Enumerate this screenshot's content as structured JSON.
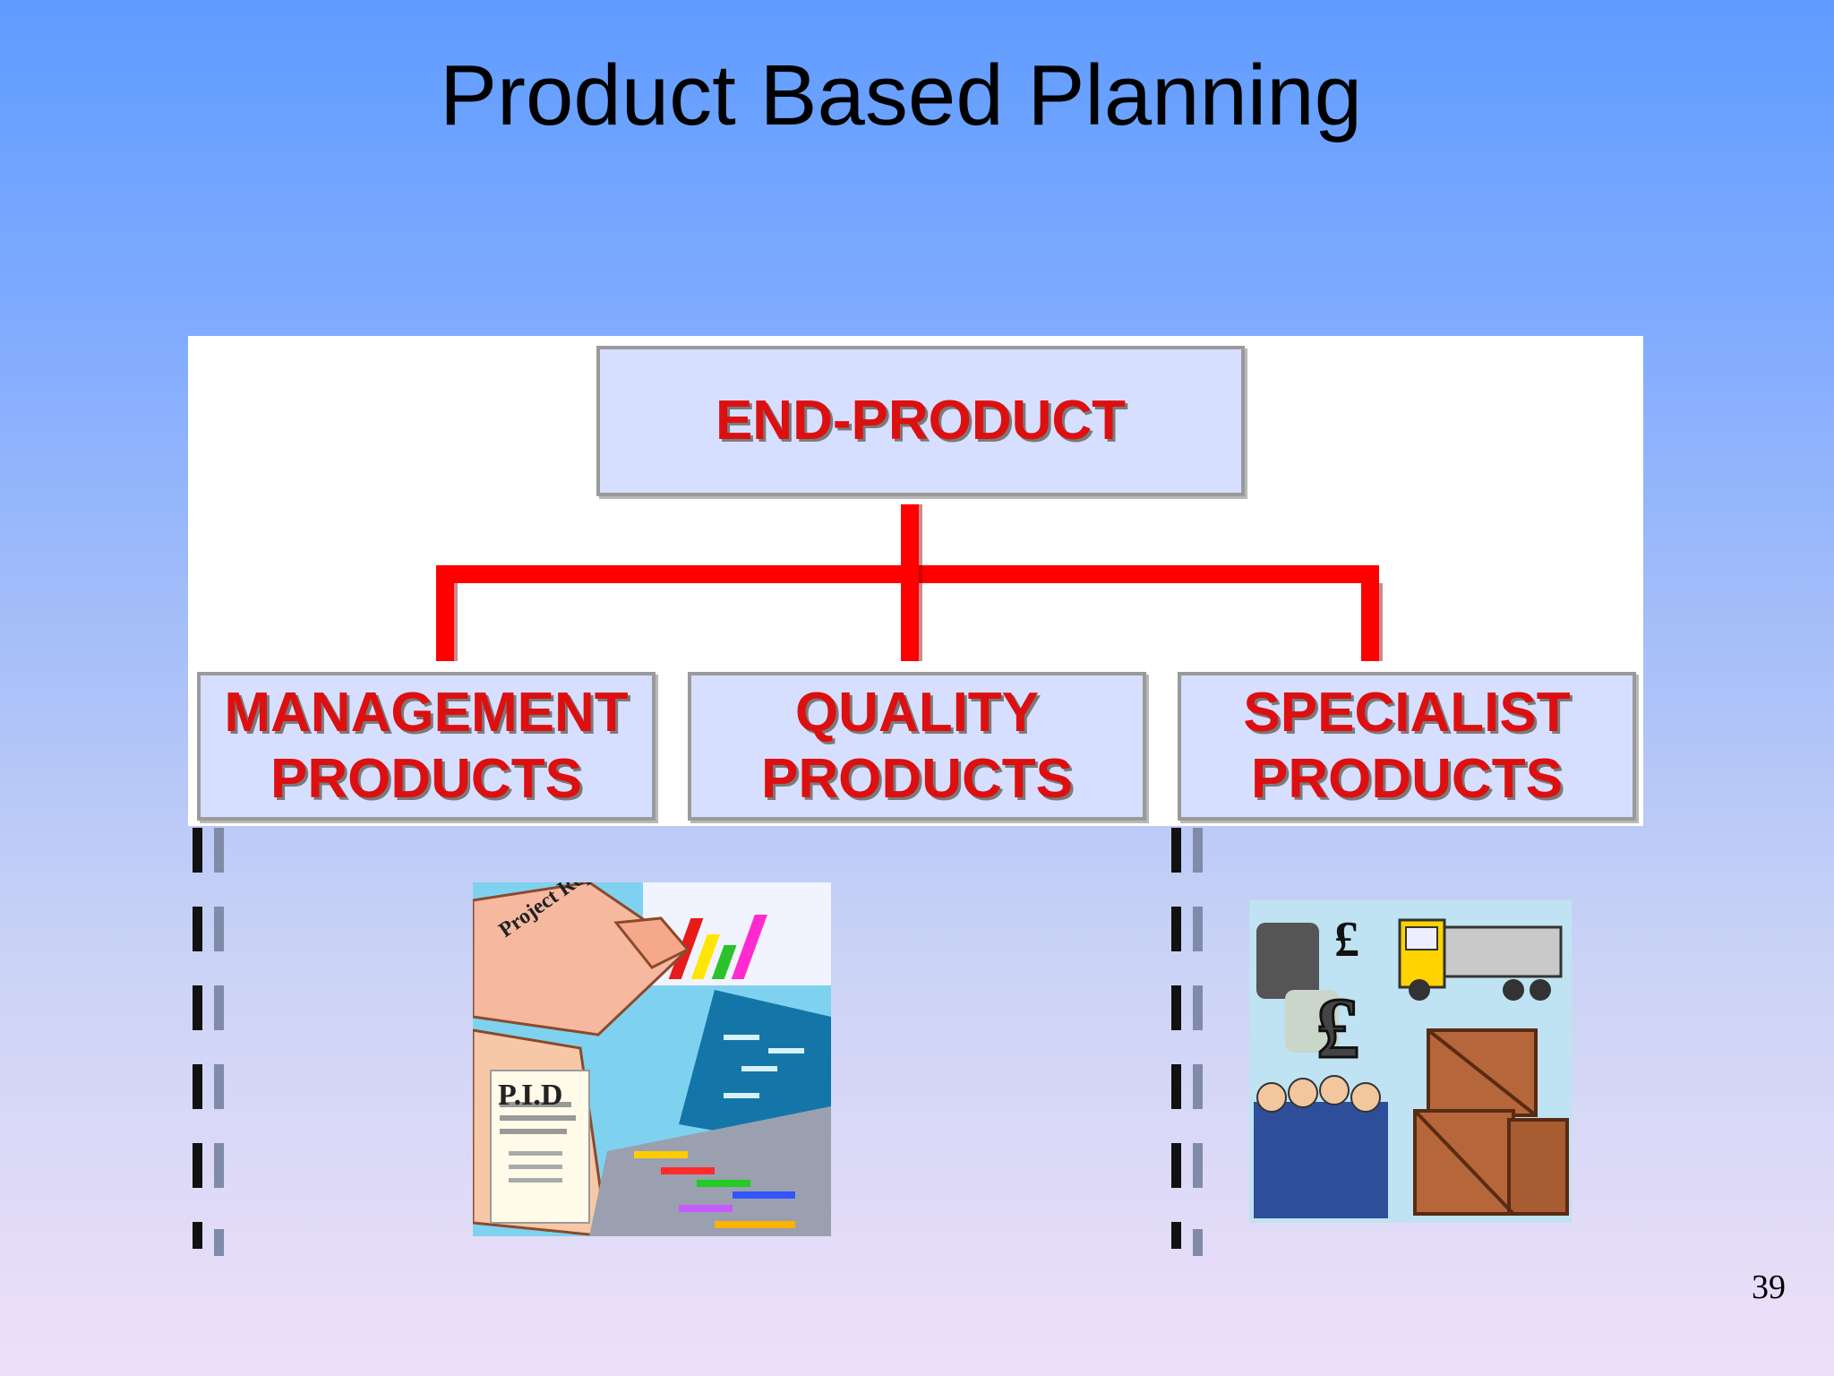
{
  "slide": {
    "title": "Product Based Planning",
    "page_number": "39"
  },
  "diagram": {
    "root": "END-PRODUCT",
    "children": [
      "MANAGEMENT\nPRODUCTS",
      "QUALITY\nPRODUCTS",
      "SPECIALIST\nPRODUCTS"
    ]
  },
  "illustrations": {
    "management": {
      "icon": "project-documents-clipart",
      "labels": [
        "Project Report",
        "P.I.D"
      ]
    },
    "specialist": {
      "icon": "pounds-truck-workers-crates-clipart",
      "labels": [
        "£",
        "£"
      ]
    }
  },
  "colors": {
    "connector": "#ff0000",
    "node_fill": "#d6dfff",
    "node_text": "#dd0f10"
  }
}
